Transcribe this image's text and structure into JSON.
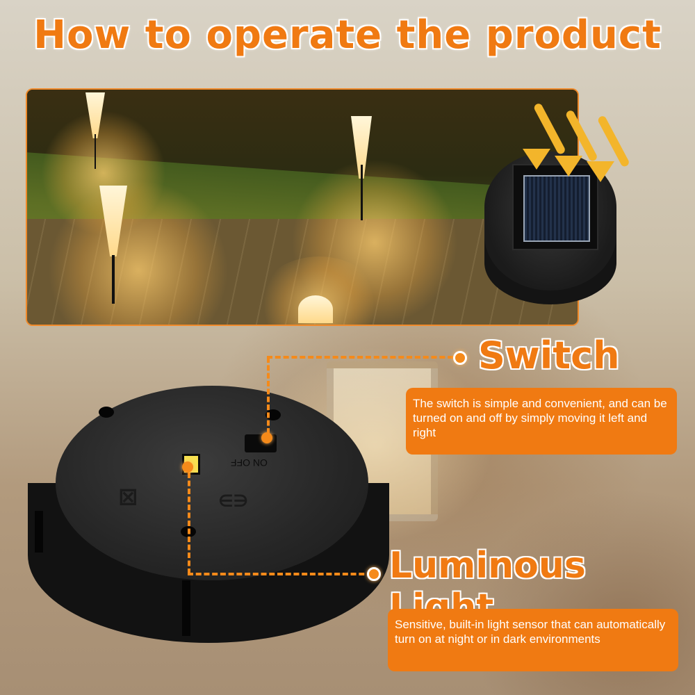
{
  "title": "How to operate the product",
  "switch": {
    "heading": "Switch",
    "description": "The switch is simple and convenient, and can be turned on and off by simply moving it left and right",
    "engraving": "ON  OFF"
  },
  "light": {
    "heading": "Luminous Light",
    "description": "Sensitive, built-in light sensor that can automatically turn on at night or in dark environments"
  },
  "colors": {
    "accent": "#f07a12",
    "dot": "#f58a1a",
    "arrow": "#f3b52b"
  },
  "icons": [
    "sun-arrow-icon",
    "weee-bin-icon",
    "ce-mark-icon"
  ]
}
